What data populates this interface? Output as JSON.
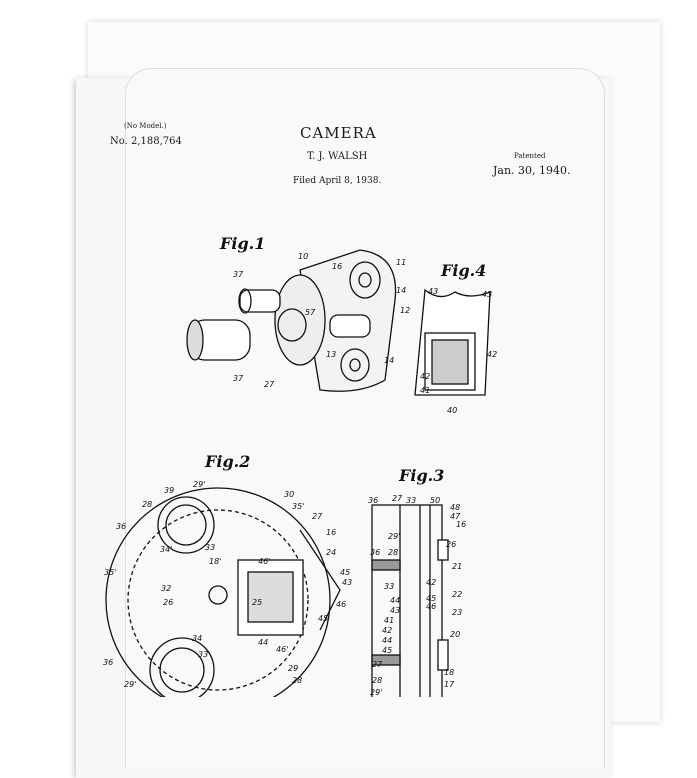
{
  "header": {
    "model_note": "(No Model.)",
    "patent_number": "No. 2,188,764",
    "title": "CAMERA",
    "inventor": "T. J. WALSH",
    "filed": "Filed April 8, 1938.",
    "patented_label": "Patented",
    "patented_date": "Jan. 30, 1940."
  },
  "figures": {
    "fig1": {
      "label": "Fig.1",
      "refs": [
        "10",
        "16",
        "11",
        "37",
        "57",
        "12",
        "14",
        "13",
        "14",
        "37",
        "27"
      ]
    },
    "fig4": {
      "label": "Fig.4",
      "refs": [
        "43",
        "43",
        "42",
        "42",
        "41",
        "40"
      ]
    },
    "fig2": {
      "label": "Fig.2",
      "refs": [
        "39",
        "29'",
        "30",
        "28",
        "35'",
        "27",
        "36",
        "16",
        "34'",
        "33",
        "18'",
        "24",
        "32",
        "46'",
        "26",
        "25",
        "45",
        "43",
        "46",
        "34",
        "33",
        "36",
        "29'",
        "28",
        "44",
        "46'",
        "45",
        "29",
        "35'"
      ]
    },
    "fig3": {
      "label": "Fig.3",
      "refs": [
        "36",
        "27",
        "33",
        "50",
        "48",
        "47",
        "16",
        "29'",
        "28",
        "36",
        "26",
        "21",
        "42",
        "33",
        "44",
        "22",
        "45",
        "43",
        "23",
        "41",
        "46",
        "42",
        "44",
        "45",
        "20",
        "27",
        "28",
        "29'",
        "18",
        "17"
      ]
    }
  }
}
